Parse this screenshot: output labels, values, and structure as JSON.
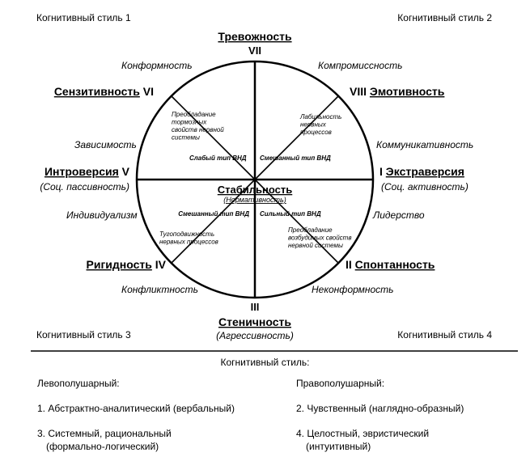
{
  "corners": {
    "style1": "Когнитивный стиль  1",
    "style2": "Когнитивный стиль  2",
    "style3": "Когнитивный стиль  3",
    "style4": "Когнитивный стиль  4"
  },
  "axes": {
    "top": {
      "name": "Тревожность",
      "num": "VII"
    },
    "bottom": {
      "name": "Стеничность",
      "num": "III",
      "sub": "(Агрессивность)"
    },
    "left": {
      "name": "Интроверсия",
      "num": "V",
      "sub": "(Соц. пассивность)"
    },
    "right": {
      "name": "Экстраверсия",
      "num": "I",
      "sub": "(Соц. активность)"
    },
    "upper_left": {
      "name": "Сензитивность",
      "num": "VI"
    },
    "upper_right": {
      "name": "Эмотивность",
      "num": "VIII"
    },
    "lower_left": {
      "name": "Ригидность",
      "num": "IV"
    },
    "lower_right": {
      "name": "Спонтанность",
      "num": "II"
    }
  },
  "center": {
    "name": "Стабильность",
    "sub": "(Нормативность)"
  },
  "outer_traits": {
    "conformity": "Конформность",
    "compromise": "Компромиссность",
    "dependence": "Зависимость",
    "communicativeness": "Коммуникативность",
    "individualism": "Индивидуализм",
    "leadership": "Лидерство",
    "conflict": "Конфликтность",
    "nonconformity": "Неконформность"
  },
  "inner": {
    "ul_type": "Слабый тип ВНД",
    "ur_type": "Смешанный тип ВНД",
    "ll_type": "Смешанный тип ВНД",
    "lr_type": "Сильный тип ВНД",
    "ul_desc": [
      "Преобладание",
      "тормозных",
      "свойств нервной",
      "системы"
    ],
    "ur_desc": [
      "Лабильность",
      "нервных",
      "процессов"
    ],
    "ll_desc": [
      "Тугоподвижность",
      "нервных процессов"
    ],
    "lr_desc": [
      "Преобладание",
      "возбудимых свойств",
      "нервной системы"
    ]
  },
  "legend": {
    "title": "Когнитивный стиль:",
    "left_head": "Левополушарный:",
    "right_head": "Правополушарный:",
    "item1": "1. Абстрактно-аналитический (вербальный)",
    "item2": "2. Чувственный  (наглядно-образный)",
    "item3_line1": "3. Системный,  рациональный",
    "item3_line2": "(формально-логический)",
    "item4_line1": "4. Целостный, эвристический",
    "item4_line2": "(интуитивный)"
  }
}
